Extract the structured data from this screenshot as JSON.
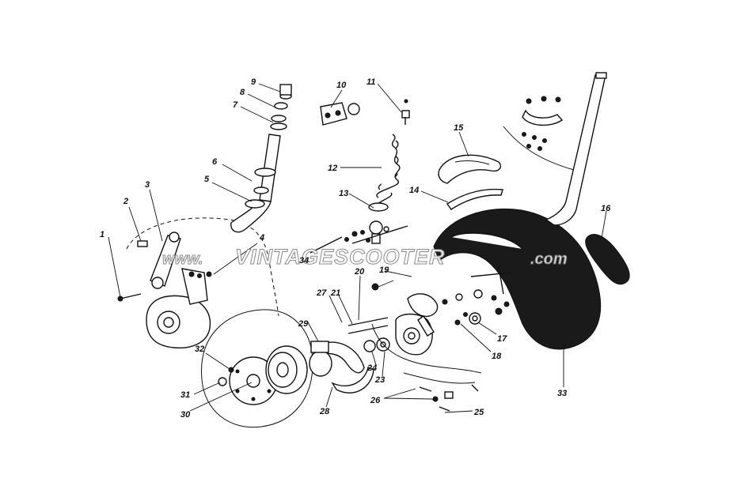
{
  "watermark": {
    "main": "VINTAGESCOOTER",
    "prefix": "www.",
    "suffix": ".com"
  },
  "callouts": [
    {
      "id": "1",
      "label": "1"
    },
    {
      "id": "2",
      "label": "2"
    },
    {
      "id": "3",
      "label": "3"
    },
    {
      "id": "4",
      "label": "4"
    },
    {
      "id": "5",
      "label": "5"
    },
    {
      "id": "6",
      "label": "6"
    },
    {
      "id": "7",
      "label": "7"
    },
    {
      "id": "8",
      "label": "8"
    },
    {
      "id": "9",
      "label": "9"
    },
    {
      "id": "10",
      "label": "10"
    },
    {
      "id": "11",
      "label": "11"
    },
    {
      "id": "12",
      "label": "12"
    },
    {
      "id": "13",
      "label": "13"
    },
    {
      "id": "14",
      "label": "14"
    },
    {
      "id": "15",
      "label": "15"
    },
    {
      "id": "16",
      "label": "16"
    },
    {
      "id": "17",
      "label": "17"
    },
    {
      "id": "18",
      "label": "18"
    },
    {
      "id": "19",
      "label": "19"
    },
    {
      "id": "20",
      "label": "20"
    },
    {
      "id": "21",
      "label": "21"
    },
    {
      "id": "23",
      "label": "23"
    },
    {
      "id": "24",
      "label": "24"
    },
    {
      "id": "25",
      "label": "25"
    },
    {
      "id": "26",
      "label": "26"
    },
    {
      "id": "27",
      "label": "27"
    },
    {
      "id": "28",
      "label": "28"
    },
    {
      "id": "29",
      "label": "29"
    },
    {
      "id": "30",
      "label": "30"
    },
    {
      "id": "31",
      "label": "31"
    },
    {
      "id": "32",
      "label": "32"
    },
    {
      "id": "33",
      "label": "33"
    },
    {
      "id": "34",
      "label": "34"
    }
  ]
}
